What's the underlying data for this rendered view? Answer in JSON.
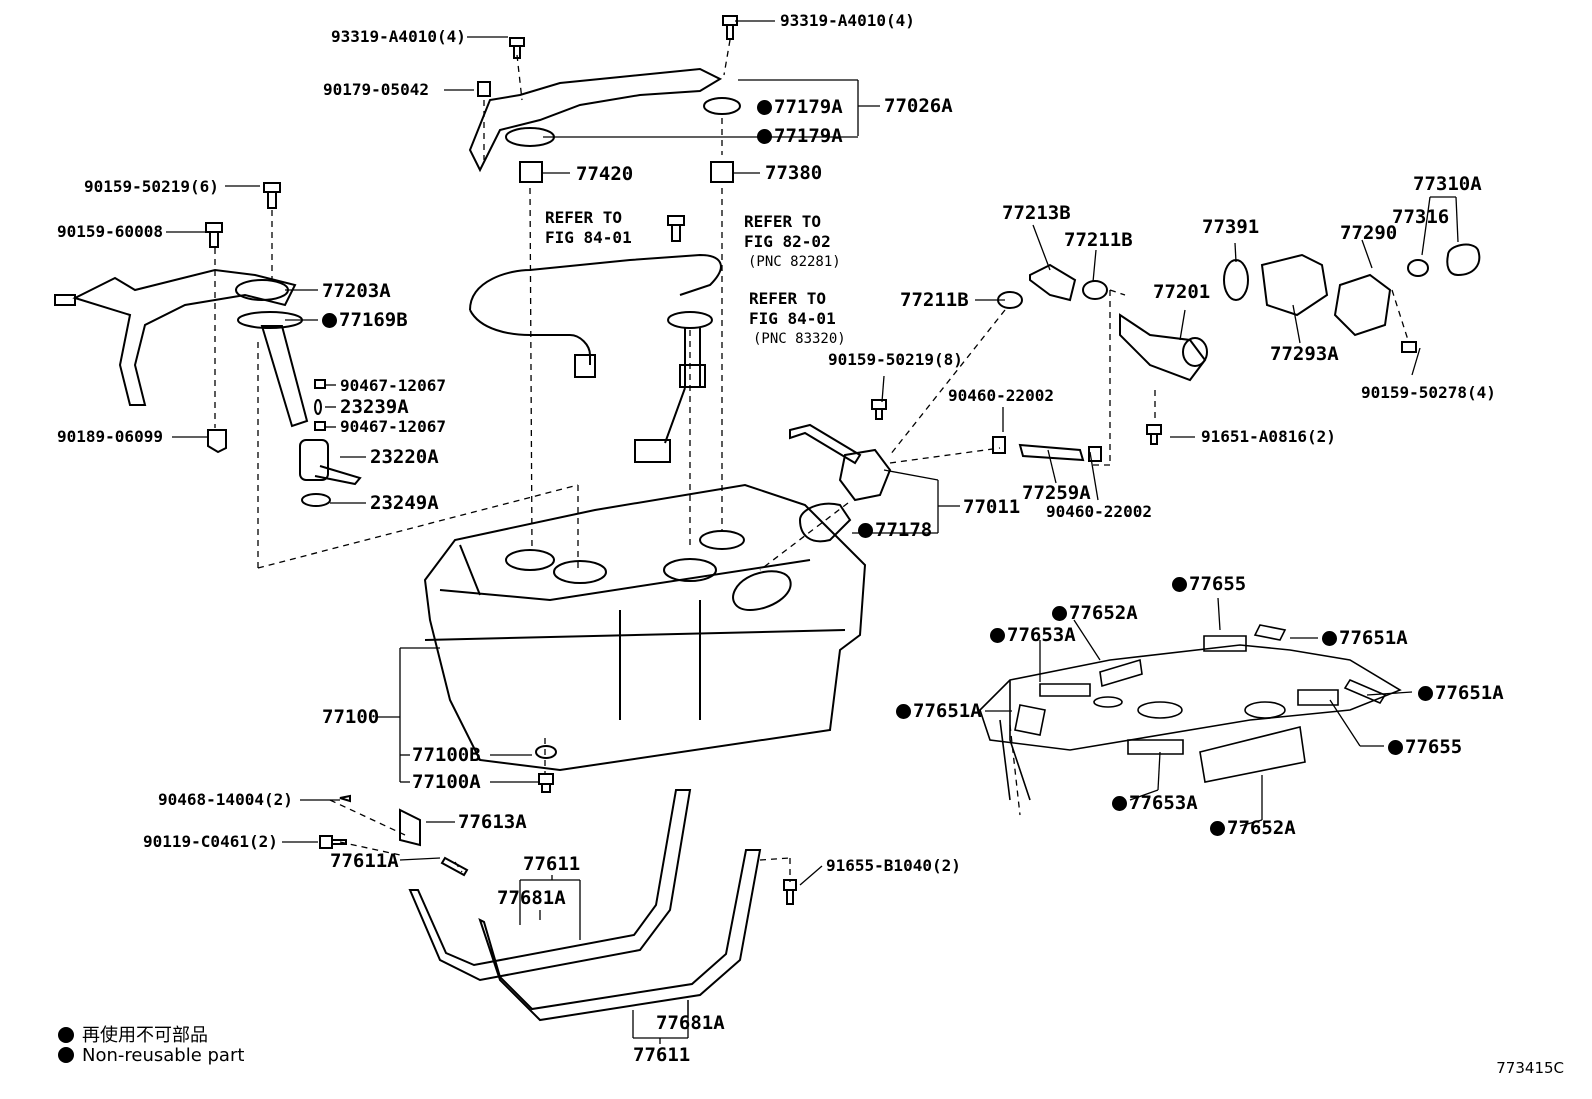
{
  "parts": [
    {
      "id": "p1",
      "number": "93319-A4010(4)",
      "marked": false
    },
    {
      "id": "p2",
      "number": "93319-A4010(4)",
      "marked": false
    },
    {
      "id": "p3",
      "number": "90179-05042",
      "marked": false
    },
    {
      "id": "p4",
      "number": "77179A",
      "marked": true
    },
    {
      "id": "p5",
      "number": "77179A",
      "marked": true
    },
    {
      "id": "p6",
      "number": "77026A",
      "marked": false
    },
    {
      "id": "p7",
      "number": "77420",
      "marked": false
    },
    {
      "id": "p8",
      "number": "77380",
      "marked": false
    },
    {
      "id": "p9",
      "number": "90159-50219(6)",
      "marked": false
    },
    {
      "id": "p10",
      "number": "90159-60008",
      "marked": false
    },
    {
      "id": "p11",
      "number": "77203A",
      "marked": false
    },
    {
      "id": "p12",
      "number": "77169B",
      "marked": true
    },
    {
      "id": "p13",
      "number": "90467-12067",
      "marked": false
    },
    {
      "id": "p14",
      "number": "23239A",
      "marked": false
    },
    {
      "id": "p15",
      "number": "90467-12067",
      "marked": false
    },
    {
      "id": "p16",
      "number": "90189-06099",
      "marked": false
    },
    {
      "id": "p17",
      "number": "23220A",
      "marked": false
    },
    {
      "id": "p18",
      "number": "23249A",
      "marked": false
    },
    {
      "id": "p19",
      "number": "77213B",
      "marked": false
    },
    {
      "id": "p20",
      "number": "77211B",
      "marked": false
    },
    {
      "id": "p21",
      "number": "77211B",
      "marked": false
    },
    {
      "id": "p22",
      "number": "77391",
      "marked": false
    },
    {
      "id": "p23",
      "number": "77310A",
      "marked": false
    },
    {
      "id": "p24",
      "number": "77316",
      "marked": false
    },
    {
      "id": "p25",
      "number": "77290",
      "marked": false
    },
    {
      "id": "p26",
      "number": "77201",
      "marked": false
    },
    {
      "id": "p27",
      "number": "77293A",
      "marked": false
    },
    {
      "id": "p28",
      "number": "90159-50219(8)",
      "marked": false
    },
    {
      "id": "p29",
      "number": "90159-50278(4)",
      "marked": false
    },
    {
      "id": "p30",
      "number": "90460-22002",
      "marked": false
    },
    {
      "id": "p31",
      "number": "91651-A0816(2)",
      "marked": false
    },
    {
      "id": "p32",
      "number": "77259A",
      "marked": false
    },
    {
      "id": "p33",
      "number": "90460-22002",
      "marked": false
    },
    {
      "id": "p34",
      "number": "77011",
      "marked": false
    },
    {
      "id": "p35",
      "number": "77178",
      "marked": true
    },
    {
      "id": "p36",
      "number": "77655",
      "marked": true
    },
    {
      "id": "p37",
      "number": "77652A",
      "marked": true
    },
    {
      "id": "p38",
      "number": "77653A",
      "marked": true
    },
    {
      "id": "p39",
      "number": "77651A",
      "marked": true
    },
    {
      "id": "p40",
      "number": "77651A",
      "marked": true
    },
    {
      "id": "p41",
      "number": "77651A",
      "marked": true
    },
    {
      "id": "p42",
      "number": "77655",
      "marked": true
    },
    {
      "id": "p43",
      "number": "77653A",
      "marked": true
    },
    {
      "id": "p44",
      "number": "77652A",
      "marked": true
    },
    {
      "id": "p45",
      "number": "77100",
      "marked": false
    },
    {
      "id": "p46",
      "number": "77100B",
      "marked": false
    },
    {
      "id": "p47",
      "number": "77100A",
      "marked": false
    },
    {
      "id": "p48",
      "number": "90468-14004(2)",
      "marked": false
    },
    {
      "id": "p49",
      "number": "77613A",
      "marked": false
    },
    {
      "id": "p50",
      "number": "90119-C0461(2)",
      "marked": false
    },
    {
      "id": "p51",
      "number": "77611A",
      "marked": false
    },
    {
      "id": "p52",
      "number": "77611",
      "marked": false
    },
    {
      "id": "p53",
      "number": "77681A",
      "marked": false
    },
    {
      "id": "p54",
      "number": "91655-B1040(2)",
      "marked": false
    },
    {
      "id": "p55",
      "number": "77681A",
      "marked": false
    },
    {
      "id": "p56",
      "number": "77611",
      "marked": false
    }
  ],
  "refers": [
    {
      "id": "r1",
      "line1": "REFER TO",
      "line2": "FIG 84-01",
      "pnc": ""
    },
    {
      "id": "r2",
      "line1": "REFER TO",
      "line2": "FIG 82-02",
      "pnc": "(PNC 82281)"
    },
    {
      "id": "r3",
      "line1": "REFER TO",
      "line2": "FIG 84-01",
      "pnc": "(PNC 83320)"
    }
  ],
  "legend": {
    "line1": "再使用不可部品",
    "line2": "Non-reusable part"
  },
  "figure_id": "773415C"
}
